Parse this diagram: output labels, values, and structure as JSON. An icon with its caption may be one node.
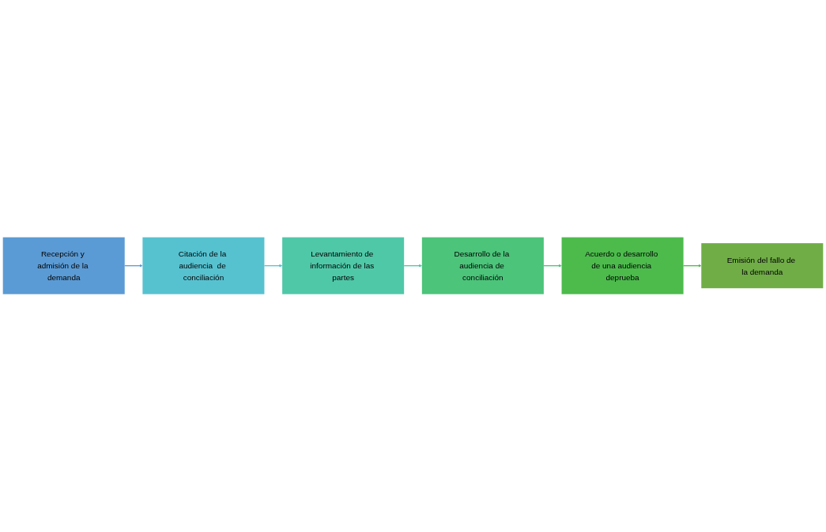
{
  "diagram": {
    "nodes": [
      {
        "text": [
          "Recepción y admisión de la demanda"
        ]
      },
      {
        "text": [
          "Citación de la audiencia  de conciliación"
        ]
      },
      {
        "text": [
          "Levantamiento de información de las partes"
        ]
      },
      {
        "text": [
          "Desarrollo de la audiencia de conciliación"
        ]
      },
      {
        "text": [
          "Acuerdo o desarrollo de una audiencia deprueba"
        ]
      },
      {
        "text": [
          "Emisión del fallo de la demanda"
        ]
      }
    ],
    "edges": [
      {
        "from": 0,
        "to": 1,
        "arrow": "to",
        "color": "#5b9bd5"
      },
      {
        "from": 1,
        "to": 2,
        "arrow": "to",
        "color": "#56c2d0"
      },
      {
        "from": 2,
        "to": 3,
        "arrow": "to",
        "color": "#4fc8a8"
      },
      {
        "from": 3,
        "to": 4,
        "arrow": "to",
        "color": "#4cc47a"
      },
      {
        "from": 4,
        "to": 5,
        "arrow": "to",
        "color": "#4cbb4c"
      }
    ]
  }
}
